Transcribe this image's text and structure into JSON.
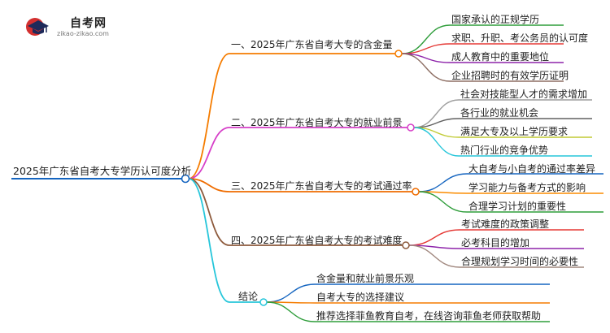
{
  "logo": {
    "title": "自考网",
    "url": "zikao-zikao.com",
    "icon": "graduation-cap-icon"
  },
  "root": {
    "label": "2025年广东省自考大专学历认可度分析",
    "color": "#1565c0"
  },
  "branches": [
    {
      "label": "一、2025年广东省自考大专的含金量",
      "color": "#f57c00",
      "children": [
        {
          "label": "国家承认的正规学历",
          "color": "#2e9d3a"
        },
        {
          "label": "求职、升职、考公务员的认可度",
          "color": "#e53935"
        },
        {
          "label": "成人教育中的重要地位",
          "color": "#8e24aa"
        },
        {
          "label": "企业招聘时的有效学历证明",
          "color": "#8d6e63"
        }
      ]
    },
    {
      "label": "二、2025年广东省自考大专的就业前景",
      "color": "#d63fc8",
      "children": [
        {
          "label": "社会对技能型人才的需求增加",
          "color": "#9e9e9e"
        },
        {
          "label": "各行业的就业机会",
          "color": "#616161"
        },
        {
          "label": "满足大专及以上学历要求",
          "color": "#c0ca33"
        },
        {
          "label": "热门行业的竞争优势",
          "color": "#26c6da"
        }
      ]
    },
    {
      "label": "三、2025年广东省自考大专的考试通过率",
      "color": "#ef6c00",
      "children": [
        {
          "label": "大自考与小自考的通过率差异",
          "color": "#1565c0"
        },
        {
          "label": "学习能力与备考方式的影响",
          "color": "#fb8c00"
        },
        {
          "label": "合理学习计划的重要性",
          "color": "#2e9d3a"
        }
      ]
    },
    {
      "label": "四、2025年广东省自考大专的考试难度",
      "color": "#8d5a3c",
      "children": [
        {
          "label": "考试难度的政策调整",
          "color": "#e53935"
        },
        {
          "label": "必考科目的增加",
          "color": "#8e24aa"
        },
        {
          "label": "合理规划学习时间的必要性",
          "color": "#a1887f"
        }
      ]
    },
    {
      "label": "结论",
      "color": "#26c6da",
      "children": [
        {
          "label": "含金量和就业前景乐观",
          "color": "#1565c0"
        },
        {
          "label": "自考大专的选择建议",
          "color": "#f57c00"
        },
        {
          "label": "推荐选择菲鱼教育自考，在线咨询菲鱼老师获取帮助",
          "color": "#2e9d3a"
        }
      ]
    }
  ]
}
